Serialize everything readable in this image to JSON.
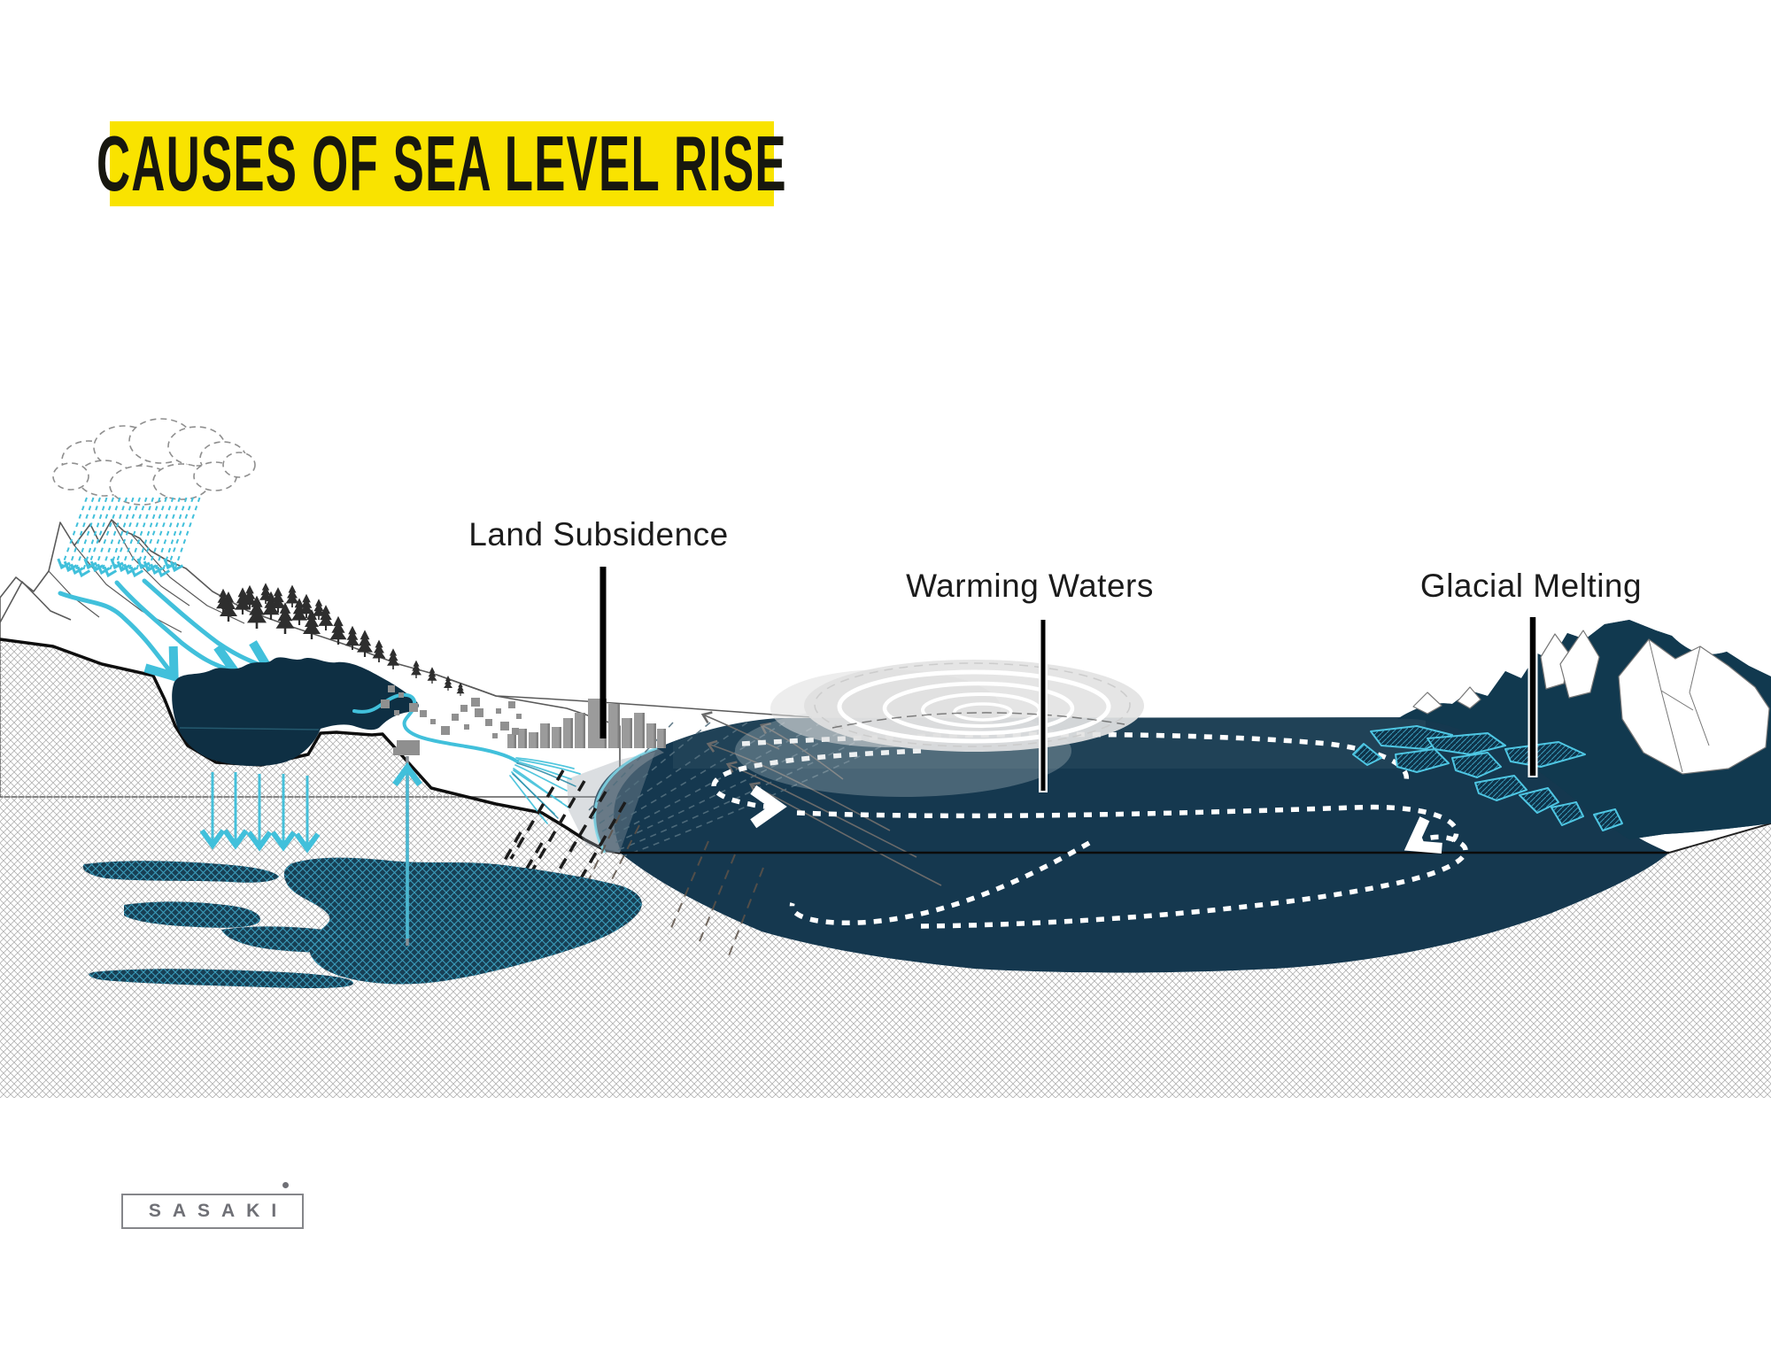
{
  "title": {
    "text": "CAUSES OF SEA LEVEL RISE"
  },
  "banner": {
    "bg": "#F9E300",
    "text_color": "#17170f"
  },
  "labels": {
    "land_subsidence": "Land Subsidence",
    "warming_waters": "Warming Waters",
    "glacial_melting": "Glacial Melting"
  },
  "logo": {
    "text": "SASAKI"
  },
  "palette": {
    "ocean": "#15384F",
    "lake": "#0E2F43",
    "aquifer": "#173F54",
    "glacier": "#12394F",
    "accent_cyan": "#41C0DB",
    "ripple_gray": "#E3E3E3",
    "ground_hatch": "#B2B2B2",
    "banner_yellow": "#F9E300"
  }
}
